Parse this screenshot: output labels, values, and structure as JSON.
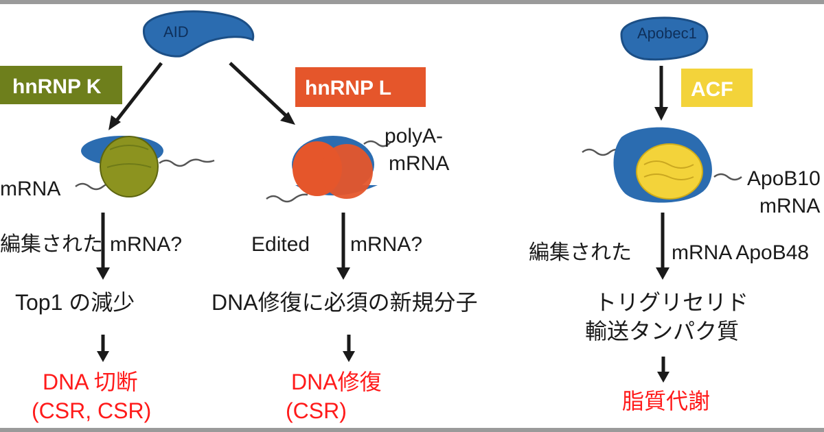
{
  "colors": {
    "enzyme_blue": "#2b6cb0",
    "hnrnp_k_green": "#6e7f1c",
    "hnrnp_k_ball": "#8c931f",
    "hnrnp_l_orange": "#e5562b",
    "acf_yellow": "#f3d33a",
    "red_text": "#ff1a1a"
  },
  "left": {
    "enzyme_label": "AID",
    "factor_tag": "hnRNP K",
    "rna_label": "mRNA",
    "edited_label": "編集された",
    "edited_rna": "mRNA?",
    "result": "Top1 の減少",
    "outcome_line1": "DNA 切断",
    "outcome_line2": "(CSR, CSR)"
  },
  "middle": {
    "factor_tag": "hnRNP L",
    "rna_label_line1": "polyA-",
    "rna_label_line2": "mRNA",
    "edited_label": "Edited",
    "edited_rna": "mRNA?",
    "result": "DNA修復に必須の新規分子",
    "outcome_line1": "DNA修復",
    "outcome_line2": "(CSR)"
  },
  "right": {
    "enzyme_label": "Apobec1",
    "factor_tag": "ACF",
    "rna_label_line1": "ApoB10",
    "rna_label_line2": "mRNA",
    "edited_label": "編集された",
    "edited_rna": "mRNA ApoB48",
    "result_line1": "トリグリセリド",
    "result_line2": "輸送タンパク質",
    "outcome": "脂質代謝"
  }
}
